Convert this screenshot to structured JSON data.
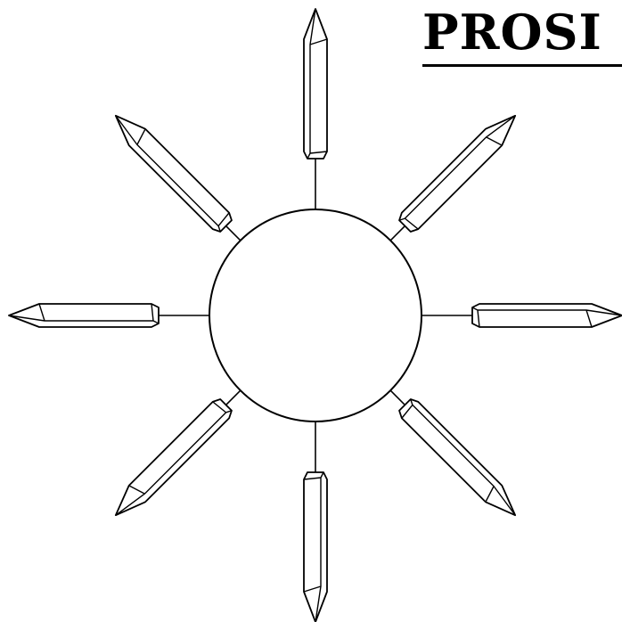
{
  "worksheet": {
    "title": "PROSI",
    "hub_count": 1,
    "spoke_count": 8,
    "crystal_count": 8
  },
  "colors": {
    "ink": "#000000",
    "paper": "#ffffff"
  }
}
